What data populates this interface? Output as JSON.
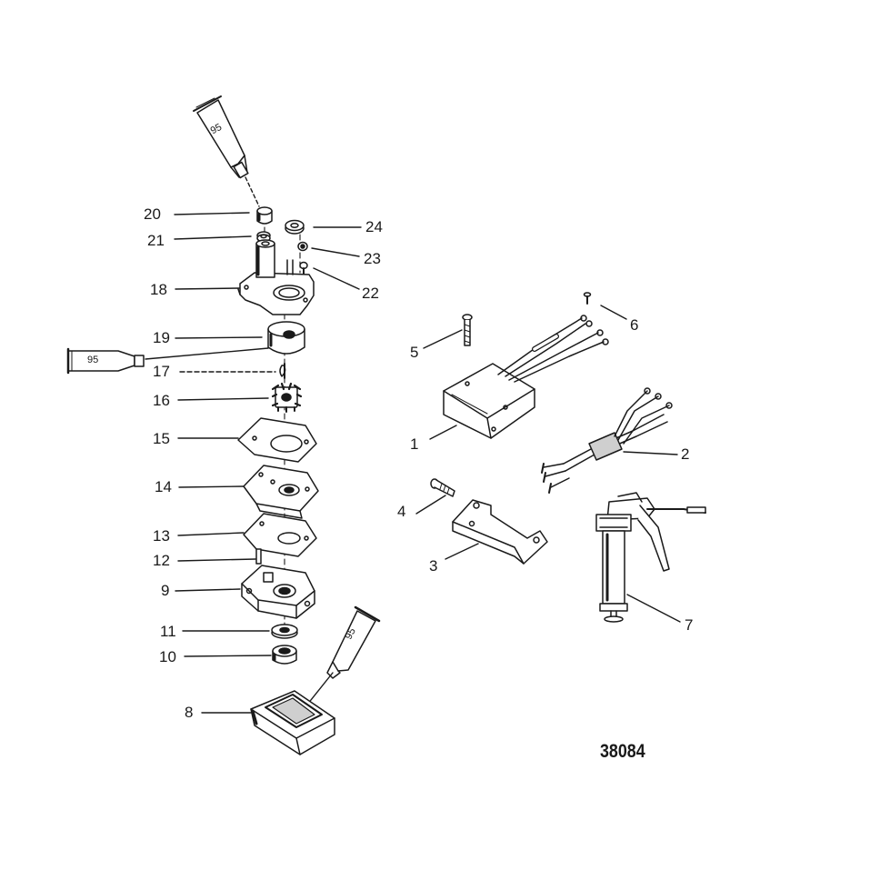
{
  "parts": [
    {
      "id": "p1",
      "label": "1"
    },
    {
      "id": "p2",
      "label": "2"
    },
    {
      "id": "p3",
      "label": "3"
    },
    {
      "id": "p4",
      "label": "4"
    },
    {
      "id": "p5",
      "label": "5"
    },
    {
      "id": "p6",
      "label": "6"
    },
    {
      "id": "p7",
      "label": "7"
    },
    {
      "id": "p8",
      "label": "8"
    },
    {
      "id": "p9",
      "label": "9"
    },
    {
      "id": "p10",
      "label": "10"
    },
    {
      "id": "p11",
      "label": "11"
    },
    {
      "id": "p12",
      "label": "12"
    },
    {
      "id": "p13",
      "label": "13"
    },
    {
      "id": "p14",
      "label": "14"
    },
    {
      "id": "p15",
      "label": "15"
    },
    {
      "id": "p16",
      "label": "16"
    },
    {
      "id": "p17",
      "label": "17"
    },
    {
      "id": "p18",
      "label": "18"
    },
    {
      "id": "p19",
      "label": "19"
    },
    {
      "id": "p20",
      "label": "20"
    },
    {
      "id": "p21",
      "label": "21"
    },
    {
      "id": "p22",
      "label": "22"
    },
    {
      "id": "p23",
      "label": "23"
    },
    {
      "id": "p24",
      "label": "24"
    }
  ],
  "lubricant_tubes": [
    {
      "label": "95"
    },
    {
      "label": "95"
    },
    {
      "label": "95"
    }
  ],
  "drawing_number": "38084",
  "colors": {
    "ink": "#1a1a1a",
    "background": "#ffffff",
    "shade": "#bdbdbd"
  }
}
